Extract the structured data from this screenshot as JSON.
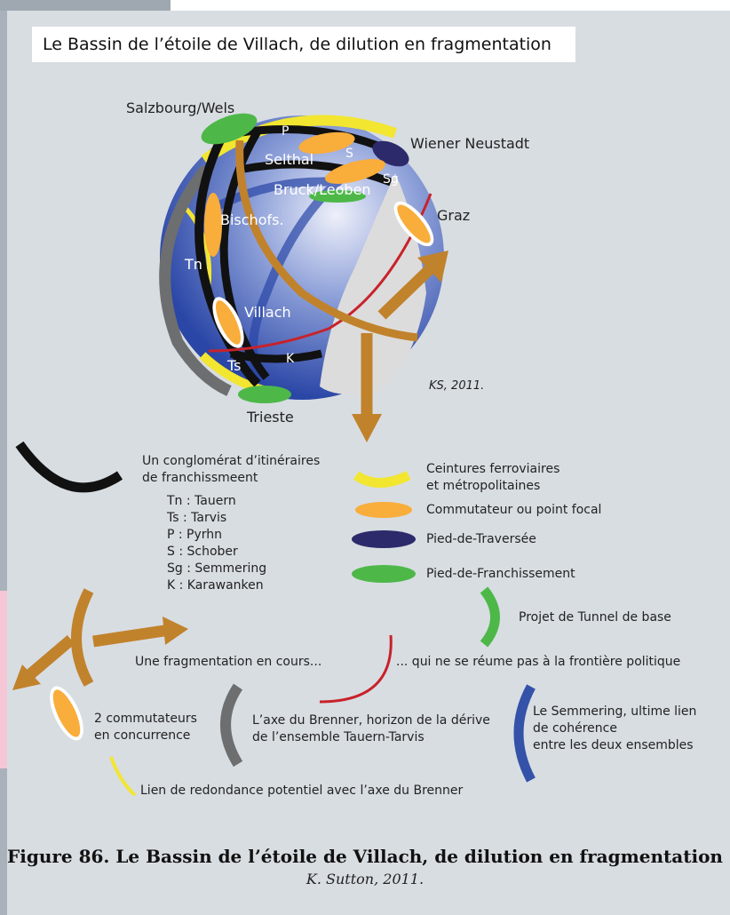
{
  "title": "Le Bassin de l’étoile de Villach, de dilution en fragmentation",
  "globe_labels": {
    "salzbourg": "Salzbourg/Wels",
    "p": "P",
    "selthal": "Selthal",
    "s": "S",
    "sg": "Sg",
    "wiener": "Wiener Neustadt",
    "bruck": "Bruck/Leoben",
    "graz": "Graz",
    "bischofs": "Bischofs.",
    "tn": "Tn",
    "villach": "Villach",
    "ts": "Ts",
    "k": "K",
    "trieste": "Trieste",
    "credit": "KS, 2011."
  },
  "legend": {
    "conglomerat": "Un conglomérat d’itinéraires\nde franchissmeent",
    "codes": "Tn : Tauern\nTs : Tarvis\nP : Pyrhn\nS : Schober\nSg : Semmering\nK : Karawanken",
    "ceintures": "Ceintures ferroviaires\net métropolitaines",
    "commutateur": "Commutateur ou point focal",
    "pied_traversee": "Pied-de-Traversée",
    "pied_franchissement": "Pied-de-Franchissement",
    "tunnel": "Projet de Tunnel de base",
    "fragmentation": "Une fragmentation en cours...",
    "frontiere": "... qui ne se réume pas à la frontière politique",
    "deux_commutateurs": "2 commutateurs\nen concurrence",
    "brenner": "L’axe du Brenner, horizon de la dérive\nde l’ensemble Tauern-Tarvis",
    "semmering": "Le Semmering, ultime lien\nde cohérence\nentre les deux ensembles",
    "redondance": "Lien de redondance potentiel avec l’axe du Brenner"
  },
  "caption": {
    "main": "Figure 86. Le Bassin de l’étoile de Villach, de dilution en fragmentation",
    "sub": "K. Sutton, 2011."
  },
  "colors": {
    "yellow": "#f2e631",
    "orange": "#f9ad3b",
    "navy": "#2d2a6b",
    "green": "#4db848",
    "brown": "#c1822c",
    "black": "#111111",
    "gray": "#6d6e70",
    "red": "#c8222a",
    "blue": "#3452a8"
  }
}
